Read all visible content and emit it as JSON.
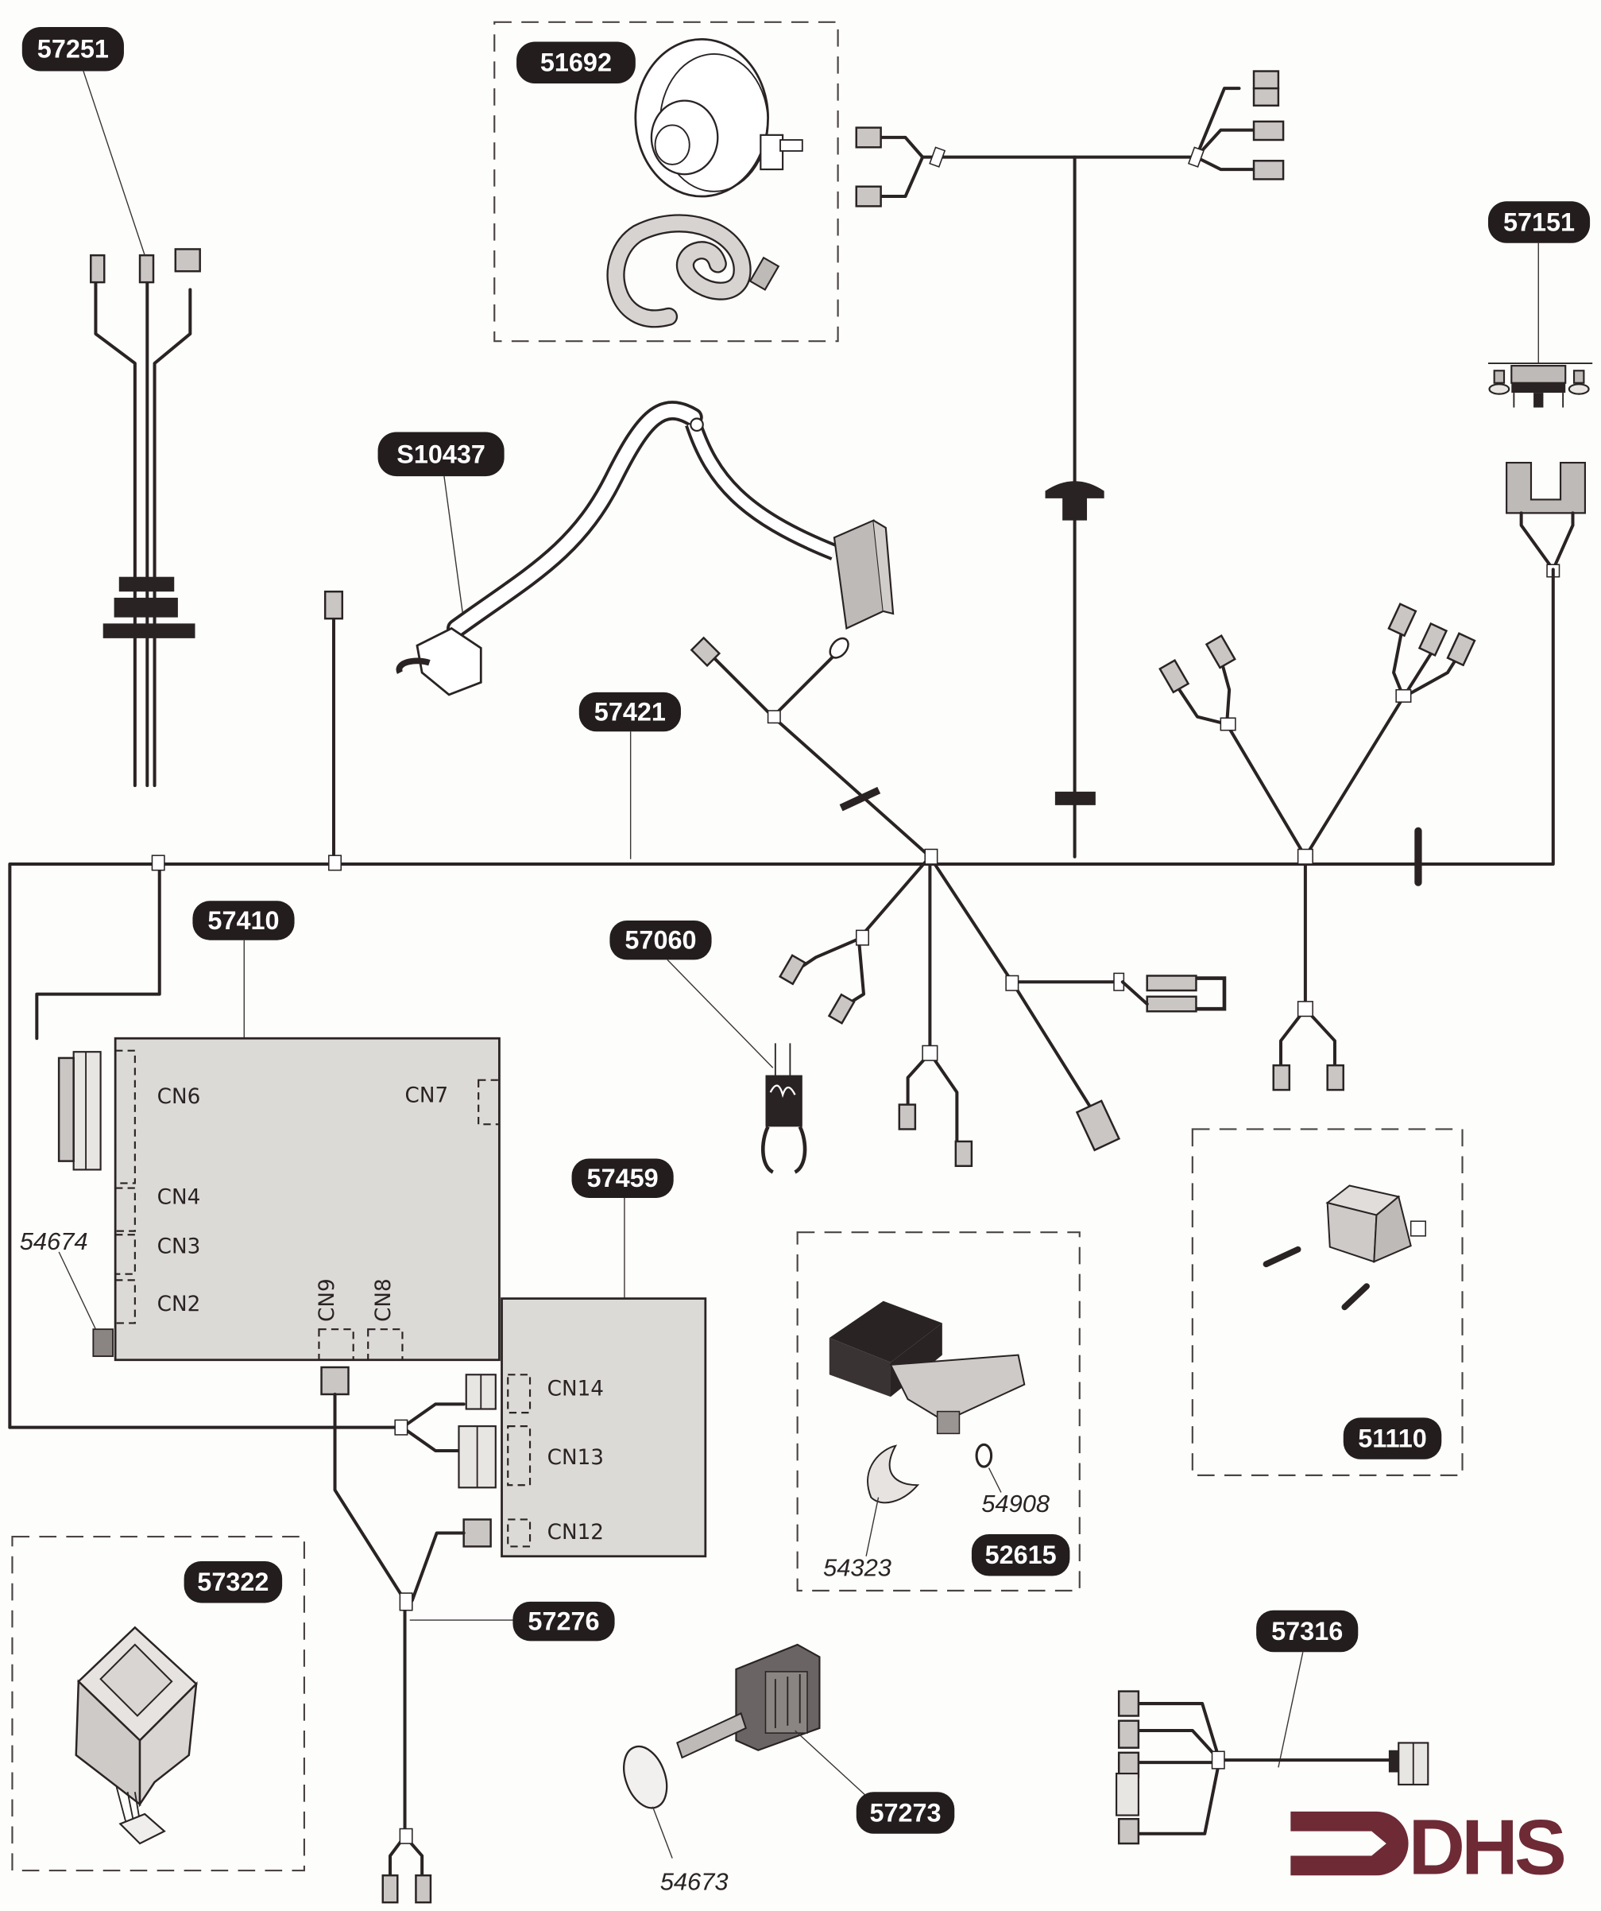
{
  "diagram": {
    "title": "Wiring harness exploded parts diagram",
    "parts": {
      "p57251": "57251",
      "p51692": "51692",
      "p57151": "57151",
      "pS10437": "S10437",
      "p57421": "57421",
      "p57410": "57410",
      "p57060": "57060",
      "p57459": "57459",
      "p51110": "51110",
      "p52615": "52615",
      "p57322": "57322",
      "p57276": "57276",
      "p57273": "57273",
      "p57316": "57316"
    },
    "sub_parts": {
      "p54674": "54674",
      "p54908": "54908",
      "p54323": "54323",
      "p54673": "54673"
    },
    "board_57410_connectors": {
      "cn6": "CN6",
      "cn7": "CN7",
      "cn4": "CN4",
      "cn3": "CN3",
      "cn2": "CN2",
      "cn9": "CN9",
      "cn8": "CN8"
    },
    "board_57459_connectors": {
      "cn14": "CN14",
      "cn13": "CN13",
      "cn12": "CN12"
    },
    "logo": {
      "text": "DHS",
      "color": "#6e2a35"
    }
  }
}
